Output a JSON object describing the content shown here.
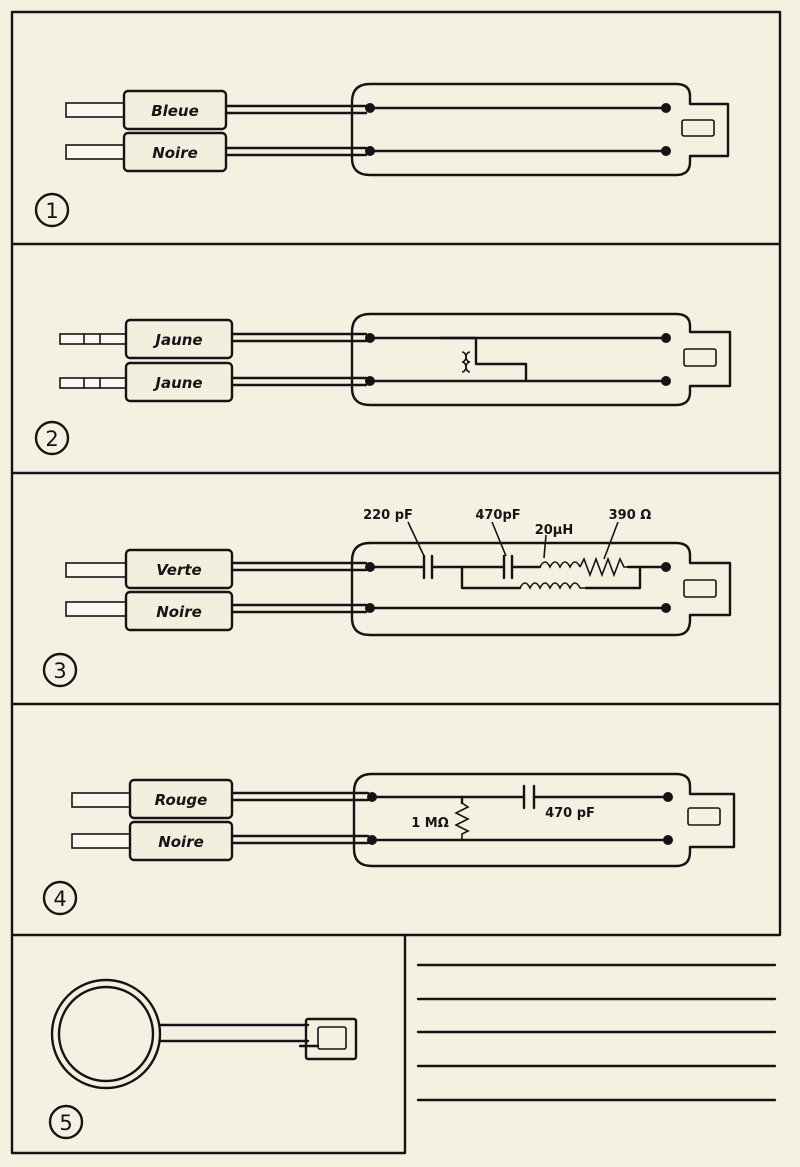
{
  "panels": [
    {
      "number": "1",
      "top_label": "Bleue",
      "bottom_label": "Noire"
    },
    {
      "number": "2",
      "top_label": "Jaune",
      "bottom_label": "Jaune"
    },
    {
      "number": "3",
      "top_label": "Verte",
      "bottom_label": "Noire",
      "components": {
        "cap1": "220 pF",
        "cap2": "470pF",
        "coil": "20µH",
        "resistor": "390 Ω"
      }
    },
    {
      "number": "4",
      "top_label": "Rouge",
      "bottom_label": "Noire",
      "components": {
        "resistor": "1 MΩ",
        "cap": "470 pF"
      }
    },
    {
      "number": "5"
    }
  ]
}
